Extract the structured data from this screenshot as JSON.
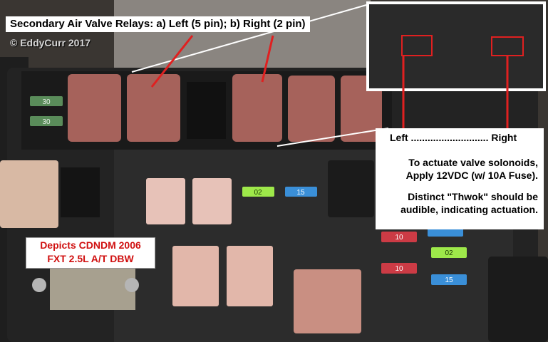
{
  "annotations": {
    "title": "Secondary Air Valve Relays:  a) Left (5 pin);  b) Right (2 pin)",
    "copyright": "© EddyCurr 2017",
    "callout": {
      "left_label": "Left ............................ Right",
      "right_label": "Right",
      "actuate_line1": "To actuate valve solonoids,",
      "actuate_line2": "Apply 12VDC (w/ 10A Fuse).",
      "distinct_line1": "Distinct \"Thwok\" should be",
      "distinct_line2": "audible, indicating actuation."
    },
    "depicts": {
      "line1": "Depicts CDNDM 2006",
      "line2": "FXT 2.5L A/T DBW"
    }
  },
  "fuse_labels": {
    "top_left_1": "30",
    "top_left_2": "30",
    "green_middle": "02",
    "blue_middle": "15",
    "red_right_1": "10",
    "green_right": "02",
    "red_right_2": "10",
    "blue_right": "15"
  },
  "colors": {
    "relay": "#a6625b",
    "fuse_green": "#9ee84a",
    "fuse_blue": "#3a8fd8",
    "fuse_red": "#cc3b45",
    "label_red": "#d01010"
  }
}
